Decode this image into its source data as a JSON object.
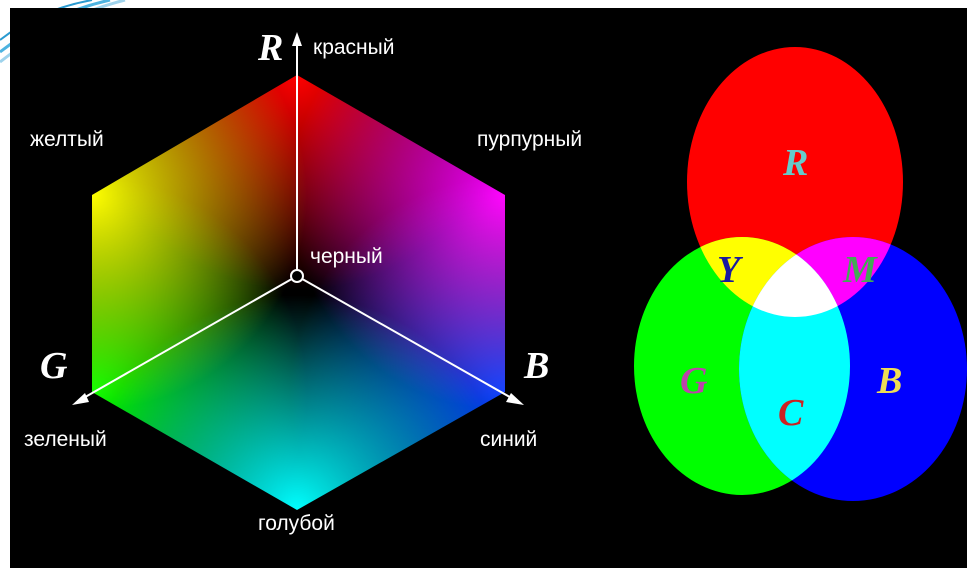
{
  "cube": {
    "axes": {
      "r": "R",
      "g": "G",
      "b": "B"
    },
    "labels": {
      "red": "красный",
      "yellow": "желтый",
      "magenta": "пурпурный",
      "black": "черный",
      "green": "зеленый",
      "blue": "синий",
      "cyan": "голубой"
    }
  },
  "venn": {
    "letters": {
      "r": "R",
      "y": "Y",
      "m": "M",
      "g": "G",
      "c": "C",
      "b": "B"
    },
    "colors": {
      "red": "#ff0000",
      "green": "#00ff00",
      "blue": "#0000ff",
      "yellow": "#ffff00",
      "magenta": "#ff00ff",
      "cyan": "#00ffff",
      "white": "#ffffff",
      "letter_r": "#66cccc",
      "letter_y": "#1a1aa0",
      "letter_m": "#44aa55",
      "letter_g": "#bb44aa",
      "letter_c": "#cc2222",
      "letter_b": "#eedd55"
    }
  }
}
